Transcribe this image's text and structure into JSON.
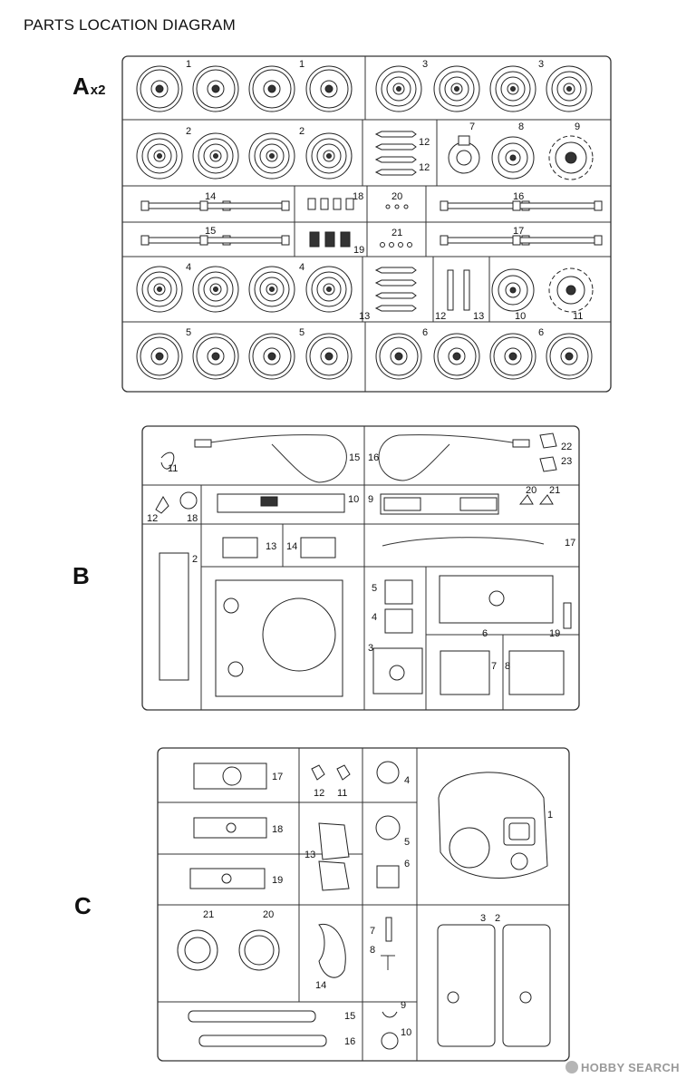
{
  "title": "PARTS LOCATION DIAGRAM",
  "sprues": {
    "a": {
      "letter": "A",
      "multiplier": "x2"
    },
    "b": {
      "letter": "B"
    },
    "c": {
      "letter": "C"
    }
  },
  "watermark": "HOBBY SEARCH",
  "sprue_a_numbers": {
    "n1": "1",
    "n1b": "1",
    "n3": "3",
    "n3b": "3",
    "n2": "2",
    "n2b": "2",
    "n12a": "12",
    "n12b": "12",
    "n7": "7",
    "n8": "8",
    "n9": "9",
    "n14": "14",
    "n18": "18",
    "n20": "20",
    "n16": "16",
    "n15": "15",
    "n19": "19",
    "n21": "21",
    "n17": "17",
    "n4": "4",
    "n4b": "4",
    "n13a": "13",
    "n12c": "12",
    "n13b": "13",
    "n10": "10",
    "n11": "11",
    "n5": "5",
    "n5b": "5",
    "n6": "6",
    "n6b": "6"
  },
  "sprue_b_numbers": {
    "n11": "11",
    "n15": "15",
    "n16": "16",
    "n22": "22",
    "n23": "23",
    "n12": "12",
    "n18": "18",
    "n10": "10",
    "n9": "9",
    "n20": "20",
    "n21": "21",
    "n2": "2",
    "n13": "13",
    "n14": "14",
    "n17": "17",
    "n5": "5",
    "n4": "4",
    "n6": "6",
    "n19": "19",
    "n3": "3",
    "n7": "7",
    "n8": "8"
  },
  "sprue_c_numbers": {
    "n17": "17",
    "n12": "12",
    "n11": "11",
    "n4": "4",
    "n1": "1",
    "n18": "18",
    "n13": "13",
    "n5": "5",
    "n6": "6",
    "n19": "19",
    "n21": "21",
    "n20": "20",
    "n3": "3",
    "n2": "2",
    "n7": "7",
    "n8": "8",
    "n14": "14",
    "n15": "15",
    "n9": "9",
    "n16": "16",
    "n10": "10"
  }
}
